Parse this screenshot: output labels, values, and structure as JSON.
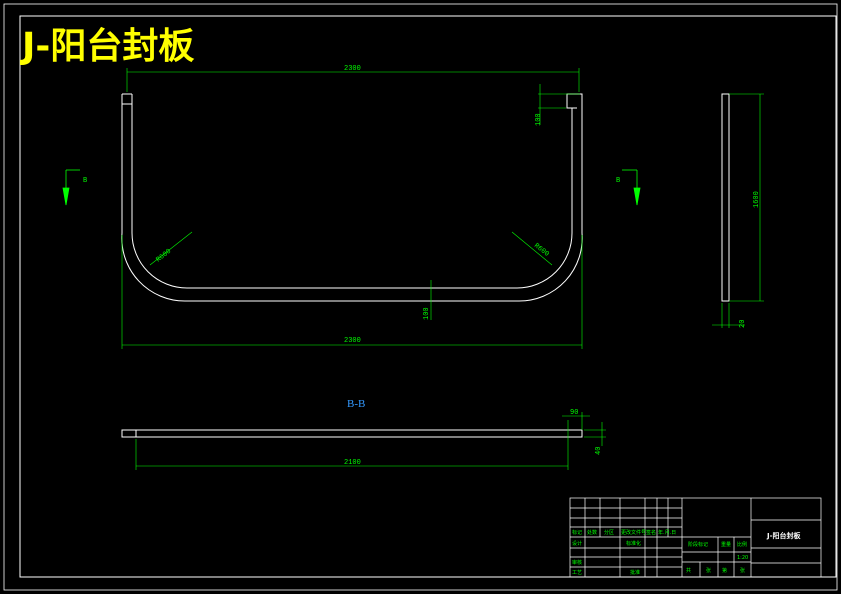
{
  "title": "J-阳台封板",
  "section_label": "B-B",
  "view_marker_left": "B",
  "view_marker_right": "B",
  "dimensions": {
    "top_width": "2300",
    "bottom_width": "2300",
    "right_depth": "100",
    "radius_left": "R600",
    "radius_right": "R600",
    "bottom_thickness": "100",
    "side_height": "1600",
    "side_thickness": "20",
    "strip_length": "2100",
    "strip_end_width": "90",
    "strip_thickness": "40"
  },
  "title_block": {
    "drawing_name": "J-阳台封板",
    "row1": [
      "标记",
      "处数",
      "分区",
      "更改文件号",
      "签名",
      "年.月.日"
    ],
    "row2": [
      "设计",
      "",
      "标准化"
    ],
    "row3": [
      "审核",
      ""
    ],
    "row4": [
      "工艺",
      "",
      "批准"
    ],
    "stage_labels": [
      "阶段标记",
      "重量",
      "比例"
    ],
    "scale": "1:20",
    "footer": [
      "共",
      "张",
      "第",
      "张"
    ]
  },
  "colors": {
    "background": "#000000",
    "outline": "#ffffff",
    "dimension": "#00ff00",
    "title": "#ffff00",
    "section": "#3399ff"
  }
}
